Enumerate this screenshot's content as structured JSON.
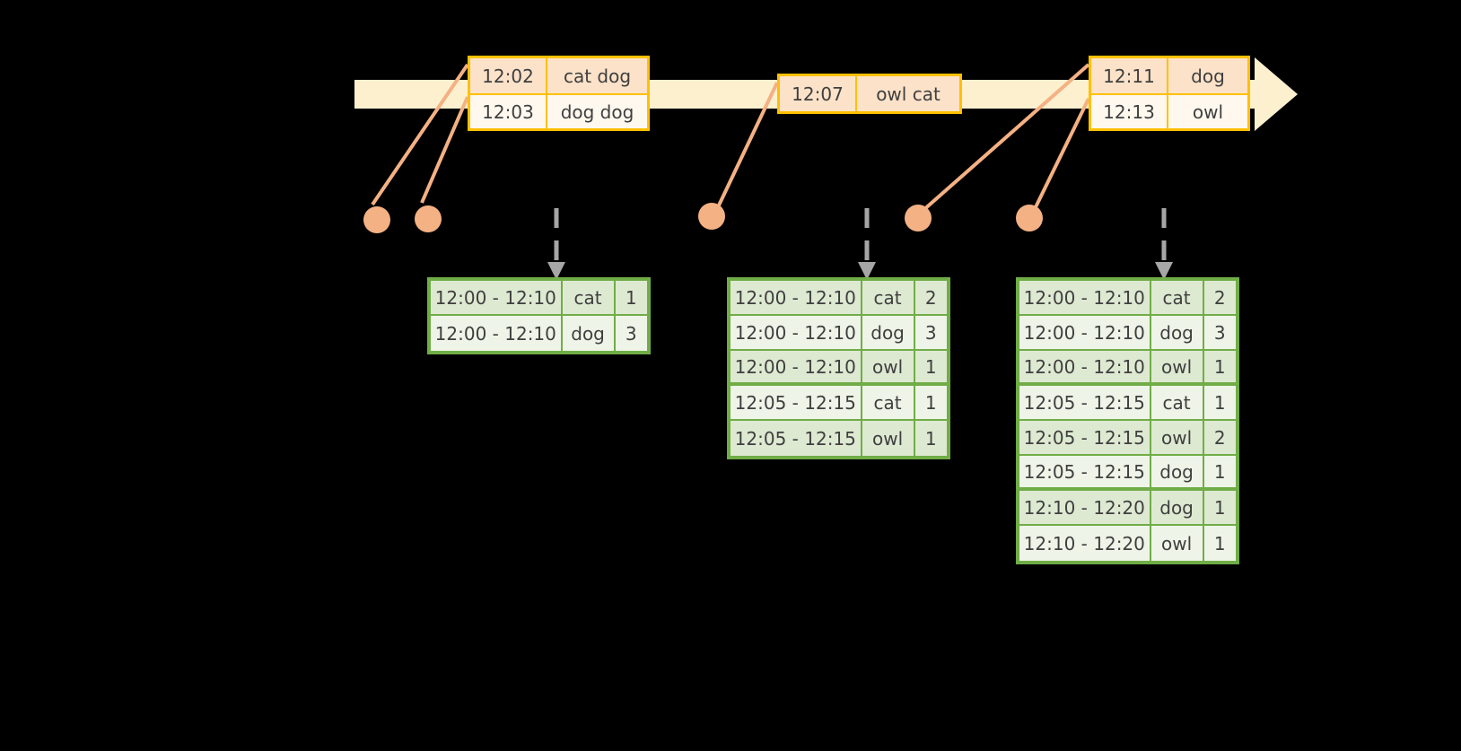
{
  "timeline": {
    "label": "event-stream-timeline",
    "color": "#fdf0cf",
    "border_color": "#ffc000"
  },
  "events": [
    {
      "id": "event-box-1",
      "rows": [
        {
          "time": "12:02",
          "words": "cat dog"
        },
        {
          "time": "12:03",
          "words": "dog dog"
        }
      ]
    },
    {
      "id": "event-box-2",
      "rows": [
        {
          "time": "12:07",
          "words": "owl cat"
        }
      ]
    },
    {
      "id": "event-box-3",
      "rows": [
        {
          "time": "12:11",
          "words": "dog"
        },
        {
          "time": "12:13",
          "words": "owl"
        }
      ]
    }
  ],
  "results": [
    {
      "id": "result-table-1",
      "rows": [
        {
          "window": "12:00 - 12:10",
          "word": "cat",
          "count": "1"
        },
        {
          "window": "12:00 - 12:10",
          "word": "dog",
          "count": "3"
        }
      ]
    },
    {
      "id": "result-table-2",
      "rows": [
        {
          "window": "12:00 - 12:10",
          "word": "cat",
          "count": "2"
        },
        {
          "window": "12:00 - 12:10",
          "word": "dog",
          "count": "3"
        },
        {
          "window": "12:00 - 12:10",
          "word": "owl",
          "count": "1"
        },
        {
          "window": "12:05 - 12:15",
          "word": "cat",
          "count": "1"
        },
        {
          "window": "12:05 - 12:15",
          "word": "owl",
          "count": "1"
        }
      ]
    },
    {
      "id": "result-table-3",
      "rows": [
        {
          "window": "12:00 - 12:10",
          "word": "cat",
          "count": "2"
        },
        {
          "window": "12:00 - 12:10",
          "word": "dog",
          "count": "3"
        },
        {
          "window": "12:00 - 12:10",
          "word": "owl",
          "count": "1"
        },
        {
          "window": "12:05 - 12:15",
          "word": "cat",
          "count": "1"
        },
        {
          "window": "12:05 - 12:15",
          "word": "owl",
          "count": "2"
        },
        {
          "window": "12:05 - 12:15",
          "word": "dog",
          "count": "1"
        },
        {
          "window": "12:10 - 12:20",
          "word": "dog",
          "count": "1"
        },
        {
          "window": "12:10 - 12:20",
          "word": "owl",
          "count": "1"
        }
      ]
    }
  ],
  "colors": {
    "background": "#000000",
    "timeline_fill": "#fdf0cf",
    "event_border": "#ffc000",
    "event_fill_shaded": "#fbe2c8",
    "event_fill_plain": "#fff8ef",
    "connector": "#f4b183",
    "table_border": "#70ad47",
    "table_fill_shaded": "#dee9d2",
    "table_fill_plain": "#eef4e7",
    "drop_arrow": "#a6a6a6",
    "text": "#3f3f3f"
  }
}
